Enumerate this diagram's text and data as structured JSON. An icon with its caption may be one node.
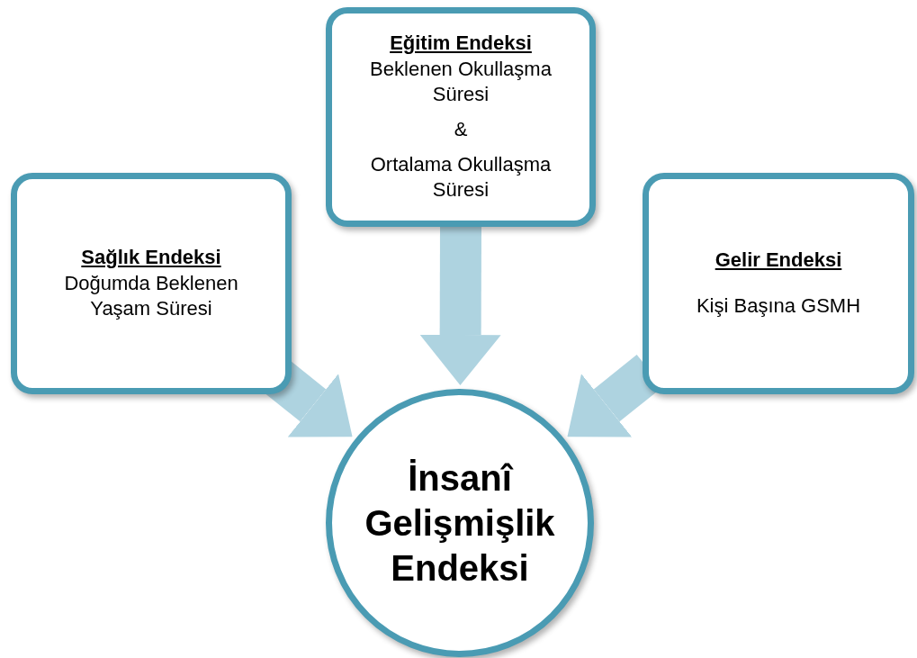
{
  "diagram": {
    "nodes": [
      {
        "text": [
          "Eğitim Endeksi",
          "Beklenen Okullaşma Süresi",
          "&",
          "Ortalama Okullaşma Süresi"
        ]
      },
      {
        "text": [
          "Sağlık Endeksi",
          "Doğumda Beklenen Yaşam Süresi"
        ]
      },
      {
        "text": [
          "Gelir Endeksi",
          "Kişi Başına GSMH"
        ]
      },
      {
        "text": [
          "İnsanî Gelişmişlik Endeksi"
        ]
      }
    ],
    "edges": [
      {
        "from": 0,
        "to": 3,
        "arrow": "to"
      },
      {
        "from": 1,
        "to": 3,
        "arrow": "to"
      },
      {
        "from": 2,
        "to": 3,
        "arrow": "to"
      }
    ]
  }
}
